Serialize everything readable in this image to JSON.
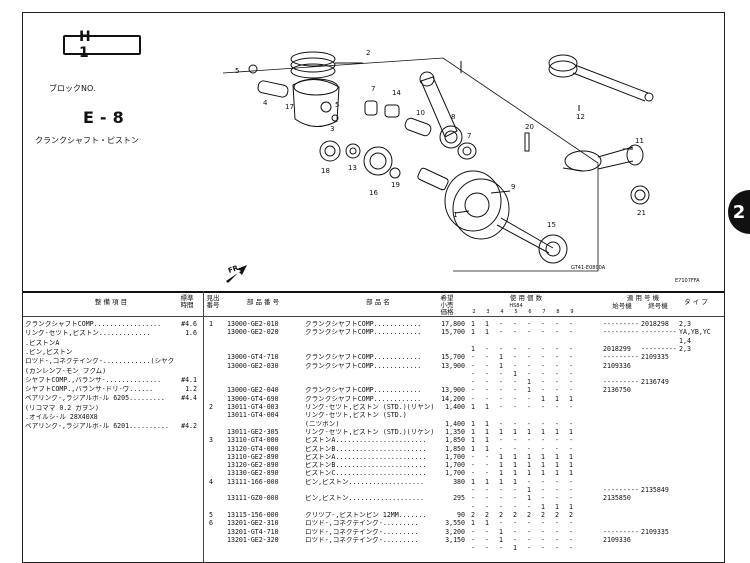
{
  "header": {
    "page_label": "H 1",
    "block_label": "ブロックNO.",
    "block_code": "E-8",
    "section_name": "クランクシャフト・ピストン",
    "chapter_tab": "2"
  },
  "diagram": {
    "callouts": [
      "1",
      "2",
      "3",
      "4",
      "5",
      "5",
      "7",
      "7",
      "8",
      "9",
      "10",
      "11",
      "12",
      "13",
      "14",
      "15",
      "16",
      "17",
      "18",
      "19",
      "20",
      "21"
    ],
    "front_mark": "FR.",
    "frame_code": "GT41-E0800A",
    "page_code": "E7107FFA"
  },
  "columns": {
    "maint_item": "整 備 項 目",
    "std_time": "標準\n時間",
    "ref_no": "見出\n番号",
    "part_no": "部 品 番 号",
    "part_name": "部 品 名",
    "price": "希望\n小売\n価格",
    "type_group": "使 用 個 数",
    "type_sub": "HS84",
    "type_cols": [
      "2",
      "3",
      "4",
      "5",
      "6",
      "7",
      "8",
      "9"
    ],
    "applicable": "適 用 号 機",
    "start_no": "始号機",
    "end_no": "終号機",
    "model_type": "タ イ プ"
  },
  "maintenance": [
    {
      "item": "クランクシャフトCOMP.................",
      "time": "#4.6"
    },
    {
      "item": "リング-セツト,ピストン.............",
      "time": "1.6"
    },
    {
      "item": ".ピストンA",
      "time": ""
    },
    {
      "item": ".ピン,ピストン",
      "time": ""
    },
    {
      "item": "ロツド-,コネクテイング-............(シヤクピ)",
      "time": ""
    },
    {
      "item": "(カンレンブ-モン フクム)",
      "time": ""
    },
    {
      "item": "シヤフトCOMP.,バランサ-..............",
      "time": "#4.1"
    },
    {
      "item": "シヤフトCOMP.,バランサ-ドリ-ヴ......",
      "time": "1.2"
    },
    {
      "item": "ベアリング-,ラジアルボ-ル 6205.........",
      "time": "#4.4"
    },
    {
      "item": "(リコママ 0.2 ガヲン)",
      "time": ""
    },
    {
      "item": ".オイルシ-ル 28X40X8",
      "time": ""
    },
    {
      "item": "ベアリング-,ラジアルボ-ル 6201..........",
      "time": "#4.2"
    }
  ],
  "parts": [
    {
      "ref": "1",
      "part_no": "13000-GE2-010",
      "name": "クランクシヤフトCOMP............",
      "price": "17,800",
      "qty": [
        "1",
        "1",
        "-",
        "-",
        "-",
        "-",
        "-",
        "-"
      ],
      "start": "---------",
      "end": "2018298",
      "type": "2,3"
    },
    {
      "ref": "",
      "part_no": "13000-GE2-020",
      "name": "クランクシヤフトCOMP............",
      "price": "15,700",
      "qty": [
        "1",
        "1",
        "-",
        "-",
        "-",
        "-",
        "-",
        "-"
      ],
      "start": "---------",
      "end": "---------",
      "type": "YA,YB,YC"
    },
    {
      "ref": "",
      "part_no": "",
      "name": "",
      "price": "",
      "qty": [
        "",
        "",
        "",
        "",
        "",
        "",
        "",
        ""
      ],
      "start": "",
      "end": "",
      "type": "1,4"
    },
    {
      "ref": "",
      "part_no": "",
      "name": "",
      "price": "",
      "qty": [
        "1",
        "-",
        "-",
        "-",
        "-",
        "-",
        "-",
        "-"
      ],
      "start": "2018299",
      "end": "---------",
      "type": "2,3"
    },
    {
      "ref": "",
      "part_no": "13000-GT4-710",
      "name": "クランクシヤフトCOMP............",
      "price": "15,700",
      "qty": [
        "-",
        "-",
        "1",
        "-",
        "-",
        "-",
        "-",
        "-"
      ],
      "start": "---------",
      "end": "2109335",
      "type": ""
    },
    {
      "ref": "",
      "part_no": "13000-GE2-030",
      "name": "クランクシヤフトCOMP............",
      "price": "13,900",
      "qty": [
        "-",
        "-",
        "1",
        "-",
        "-",
        "-",
        "-",
        "-"
      ],
      "start": "2109336",
      "end": "",
      "type": ""
    },
    {
      "ref": "",
      "part_no": "",
      "name": "",
      "price": "",
      "qty": [
        "-",
        "-",
        "-",
        "1",
        "-",
        "-",
        "-",
        "-"
      ],
      "start": "",
      "end": "",
      "type": ""
    },
    {
      "ref": "",
      "part_no": "",
      "name": "",
      "price": "",
      "qty": [
        "-",
        "-",
        "-",
        "-",
        "1",
        "-",
        "-",
        "-"
      ],
      "start": "---------",
      "end": "2136749",
      "type": ""
    },
    {
      "ref": "",
      "part_no": "13000-GE2-040",
      "name": "クランクシヤフトCOMP............",
      "price": "13,900",
      "qty": [
        "-",
        "-",
        "-",
        "-",
        "1",
        "-",
        "-",
        "-"
      ],
      "start": "2136750",
      "end": "",
      "type": ""
    },
    {
      "ref": "",
      "part_no": "13000-GT4-690",
      "name": "クランクシヤフトCOMP............",
      "price": "14,200",
      "qty": [
        "-",
        "-",
        "-",
        "-",
        "-",
        "1",
        "1",
        "1"
      ],
      "start": "",
      "end": "",
      "type": ""
    },
    {
      "ref": "2",
      "part_no": "13011-GT4-003",
      "name": "リング-セツト,ピストン (STD.)(リヤン)",
      "price": "1,400",
      "qty": [
        "1",
        "1",
        "-",
        "-",
        "-",
        "-",
        "-",
        "-"
      ],
      "start": "",
      "end": "",
      "type": ""
    },
    {
      "ref": "",
      "part_no": "13011-GT4-004",
      "name": "リング-セツト,ピストン (STD.)",
      "price": "",
      "qty": [
        "",
        "",
        "",
        "",
        "",
        "",
        "",
        ""
      ],
      "start": "",
      "end": "",
      "type": ""
    },
    {
      "ref": "",
      "part_no": "",
      "name": "(ニツポン)",
      "price": "1,400",
      "qty": [
        "1",
        "1",
        "-",
        "-",
        "-",
        "-",
        "-",
        "-"
      ],
      "start": "",
      "end": "",
      "type": ""
    },
    {
      "ref": "",
      "part_no": "13011-GE2-305",
      "name": "リング-セツト,ピストン (STD.)(リケン)",
      "price": "1,350",
      "qty": [
        "1",
        "1",
        "1",
        "1",
        "1",
        "1",
        "1",
        "1"
      ],
      "start": "",
      "end": "",
      "type": ""
    },
    {
      "ref": "3",
      "part_no": "13110-GT4-000",
      "name": "ピストンA.......................",
      "price": "1,850",
      "qty": [
        "1",
        "1",
        "-",
        "-",
        "-",
        "-",
        "-",
        "-"
      ],
      "start": "",
      "end": "",
      "type": ""
    },
    {
      "ref": "",
      "part_no": "13120-GT4-000",
      "name": "ピストンB.......................",
      "price": "1,850",
      "qty": [
        "1",
        "1",
        "-",
        "-",
        "-",
        "-",
        "-",
        "-"
      ],
      "start": "",
      "end": "",
      "type": ""
    },
    {
      "ref": "",
      "part_no": "13110-GE2-890",
      "name": "ピストンA.......................",
      "price": "1,700",
      "qty": [
        "-",
        "-",
        "1",
        "1",
        "1",
        "1",
        "1",
        "1"
      ],
      "start": "",
      "end": "",
      "type": ""
    },
    {
      "ref": "",
      "part_no": "13120-GE2-890",
      "name": "ピストンB.......................",
      "price": "1,700",
      "qty": [
        "-",
        "-",
        "1",
        "1",
        "1",
        "1",
        "1",
        "1"
      ],
      "start": "",
      "end": "",
      "type": ""
    },
    {
      "ref": "",
      "part_no": "13130-GE2-890",
      "name": "ピストンC.......................",
      "price": "1,700",
      "qty": [
        "-",
        "-",
        "1",
        "1",
        "1",
        "1",
        "1",
        "1"
      ],
      "start": "",
      "end": "",
      "type": ""
    },
    {
      "ref": "4",
      "part_no": "13111-166-000",
      "name": "ピン,ピストン...................",
      "price": "380",
      "qty": [
        "1",
        "1",
        "1",
        "1",
        "-",
        "-",
        "-",
        "-"
      ],
      "start": "",
      "end": "",
      "type": ""
    },
    {
      "ref": "",
      "part_no": "",
      "name": "",
      "price": "",
      "qty": [
        "-",
        "-",
        "-",
        "-",
        "1",
        "-",
        "-",
        "-"
      ],
      "start": "---------",
      "end": "2135849",
      "type": ""
    },
    {
      "ref": "",
      "part_no": "13111-GZ0-000",
      "name": "ピン,ピストン...................",
      "price": "295",
      "qty": [
        "-",
        "-",
        "-",
        "-",
        "1",
        "-",
        "-",
        "-"
      ],
      "start": "2135850",
      "end": "",
      "type": ""
    },
    {
      "ref": "",
      "part_no": "",
      "name": "",
      "price": "",
      "qty": [
        "-",
        "-",
        "-",
        "-",
        "-",
        "1",
        "1",
        "1"
      ],
      "start": "",
      "end": "",
      "type": ""
    },
    {
      "ref": "5",
      "part_no": "13115-156-000",
      "name": "クリツプ-,ピストンピン 12MM.......",
      "price": "90",
      "qty": [
        "2",
        "2",
        "2",
        "2",
        "2",
        "2",
        "2",
        "2"
      ],
      "start": "",
      "end": "",
      "type": ""
    },
    {
      "ref": "6",
      "part_no": "13201-GE2-310",
      "name": "ロツド-,コネクテイング-.........",
      "price": "3,550",
      "qty": [
        "1",
        "1",
        "-",
        "-",
        "-",
        "-",
        "-",
        "-"
      ],
      "start": "",
      "end": "",
      "type": ""
    },
    {
      "ref": "",
      "part_no": "13201-GT4-710",
      "name": "ロツド-,コネクテイング-.........",
      "price": "3,200",
      "qty": [
        "-",
        "-",
        "1",
        "-",
        "-",
        "-",
        "-",
        "-"
      ],
      "start": "---------",
      "end": "2109335",
      "type": ""
    },
    {
      "ref": "",
      "part_no": "13201-GE2-320",
      "name": "ロツド-,コネクテイング-.........",
      "price": "3,150",
      "qty": [
        "-",
        "-",
        "1",
        "-",
        "-",
        "-",
        "-",
        "-"
      ],
      "start": "2109336",
      "end": "",
      "type": ""
    },
    {
      "ref": "",
      "part_no": "",
      "name": "",
      "price": "",
      "qty": [
        "-",
        "-",
        "-",
        "1",
        "-",
        "-",
        "-",
        "-"
      ],
      "start": "",
      "end": "",
      "type": ""
    }
  ]
}
